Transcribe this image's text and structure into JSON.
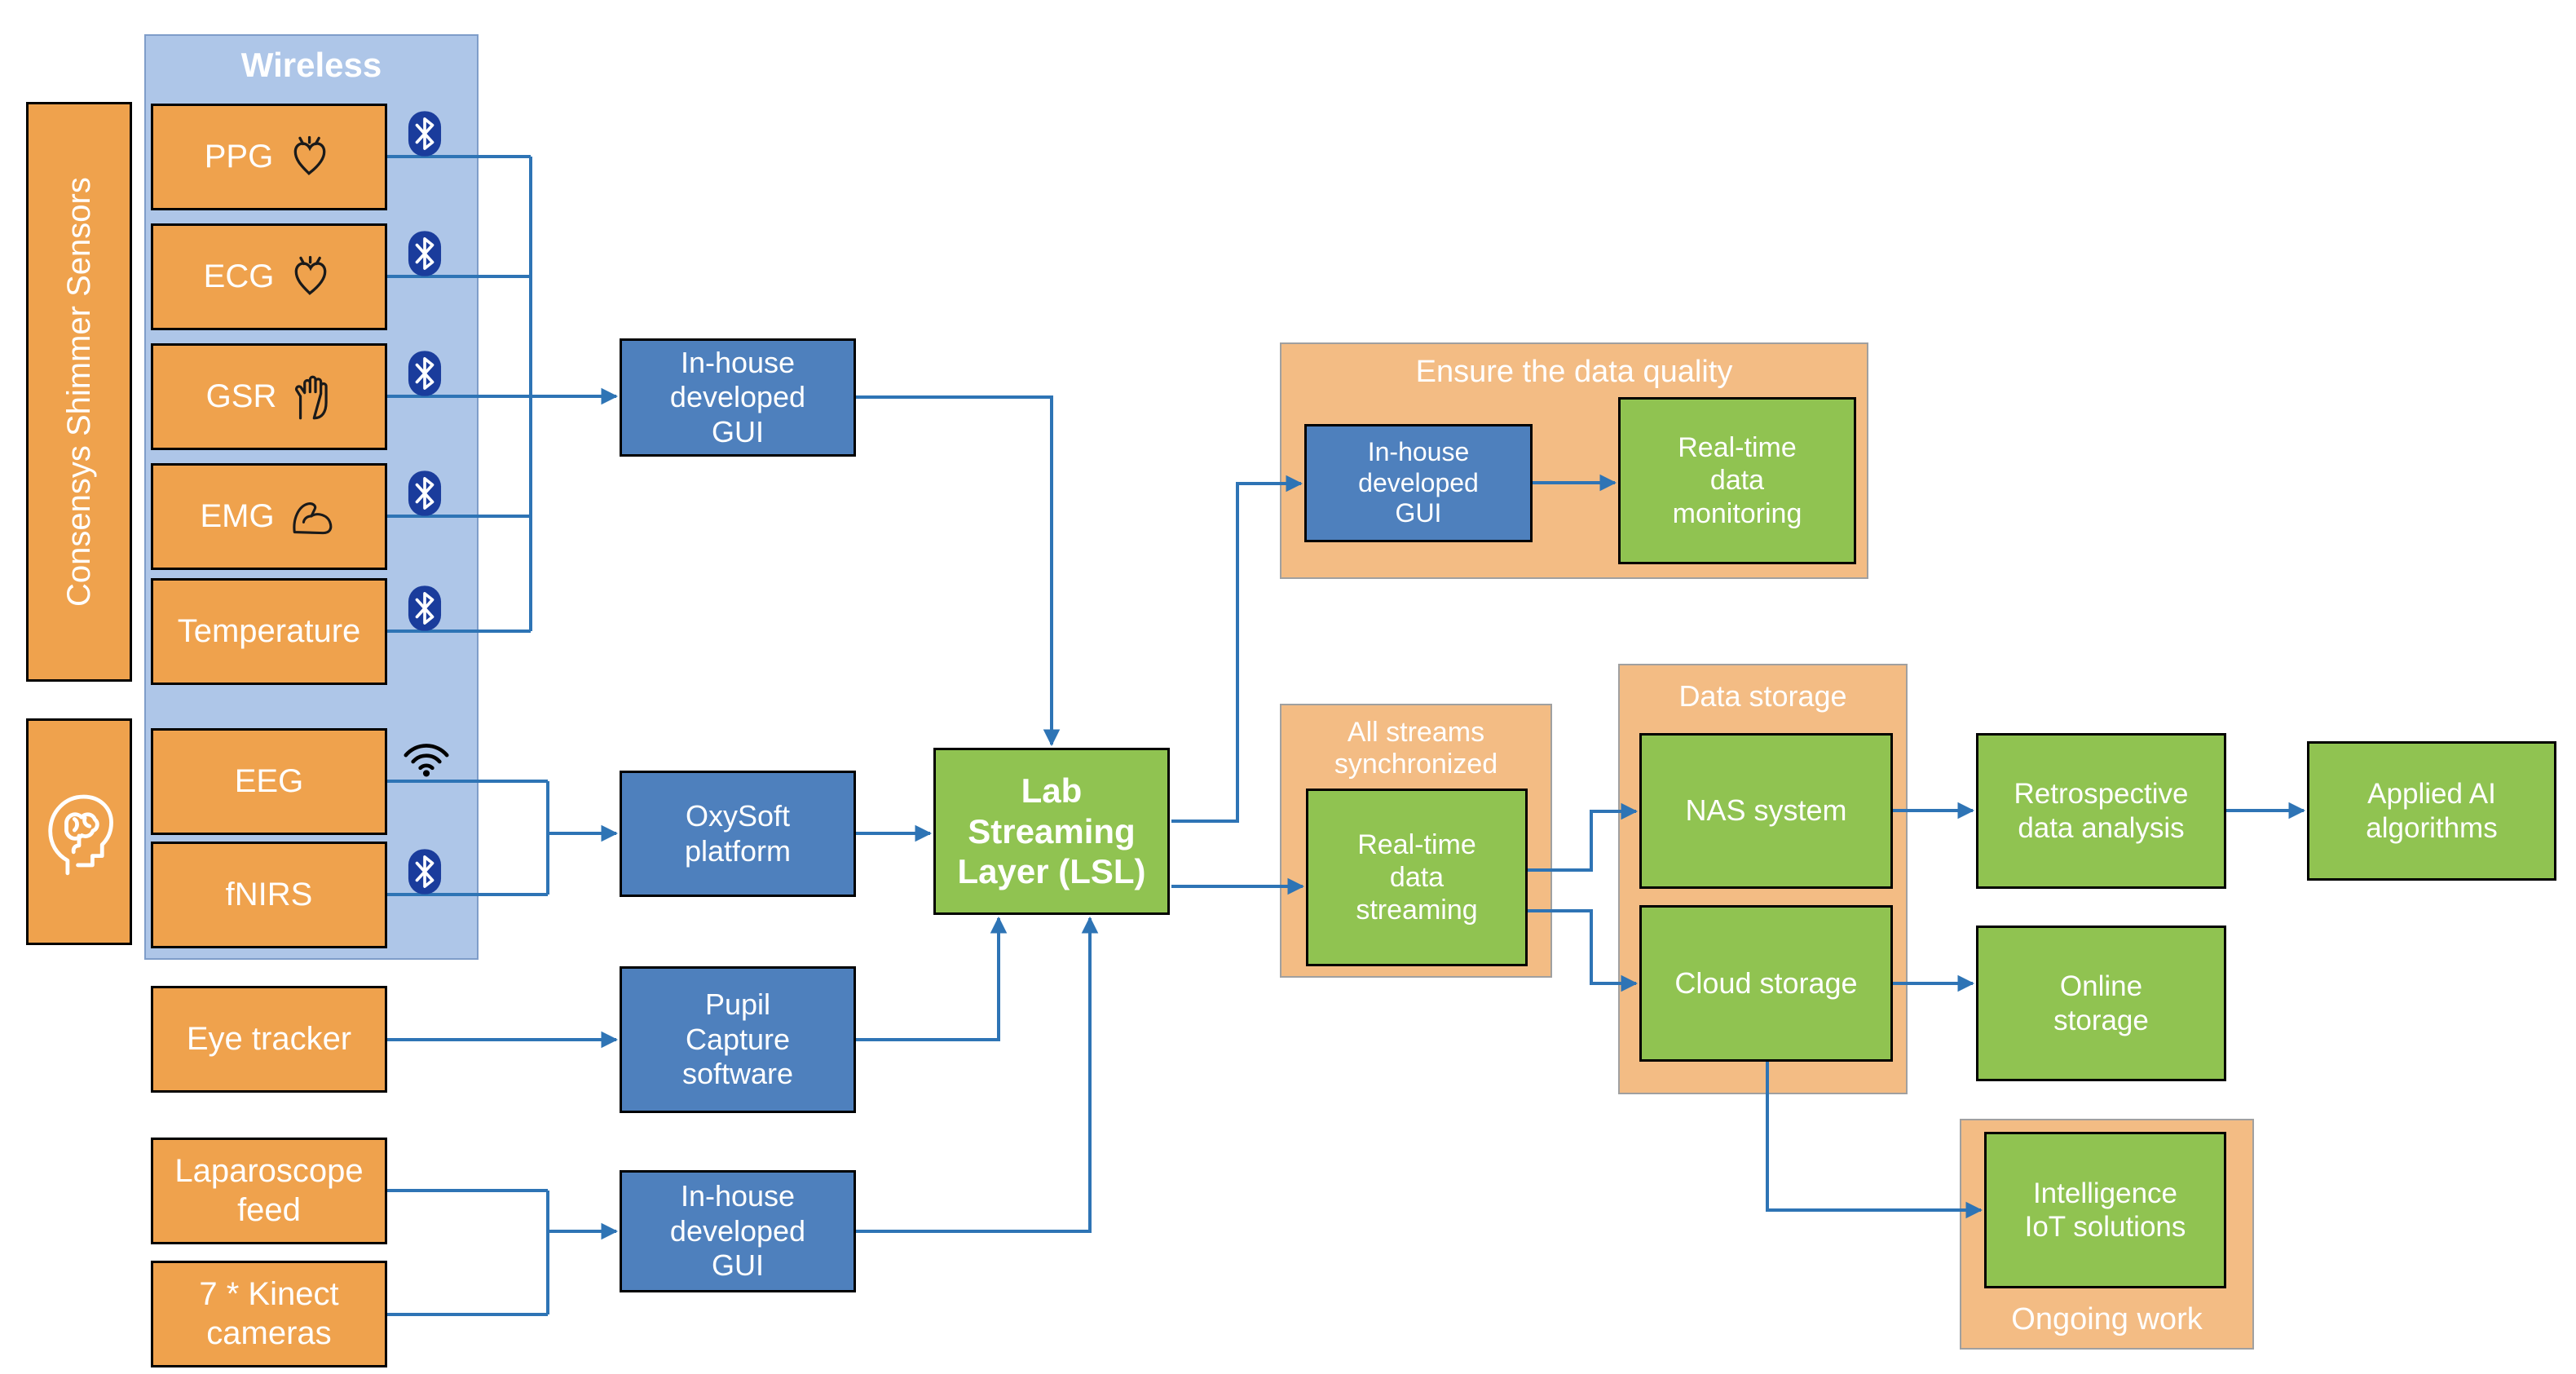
{
  "colors": {
    "sensor_orange": "#EFA24D",
    "group_orange": "#F3BC84",
    "wireless_blue": "#AEC6E8",
    "software_blue": "#4E80BD",
    "data_green": "#90C351",
    "connector_blue": "#2E74B5",
    "bluetooth_badge_blue": "#1A3C9C",
    "text_white": "#FFFFFF"
  },
  "icons": [
    "bluetooth-icon",
    "wifi-icon",
    "heart-icon",
    "hand-icon",
    "biceps-icon",
    "brain-icon"
  ],
  "labels": {
    "wireless": "Wireless",
    "shimmer": "Consensys Shimmer Sensors",
    "ppg": "PPG",
    "ecg": "ECG",
    "gsr": "GSR",
    "emg": "EMG",
    "temperature": "Temperature",
    "eeg": "EEG",
    "fnirs": "fNIRS",
    "eye_tracker": "Eye tracker",
    "laparoscope": "Laparoscope\nfeed",
    "kinect": "7 * Kinect\ncameras",
    "gui_top": "In-house\ndeveloped\nGUI",
    "oxysoft": "OxySoft\nplatform",
    "pupil": "Pupil\nCapture\nsoftware",
    "gui_bottom": "In-house\ndeveloped\nGUI",
    "lsl": "Lab\nStreaming\nLayer (LSL)",
    "quality_title": "Ensure the data quality",
    "gui_quality": "In-house\ndeveloped\nGUI",
    "monitoring": "Real-time\ndata\nmonitoring",
    "streams_title": "All streams\nsynchronized",
    "streaming": "Real-time\ndata\nstreaming",
    "storage_title": "Data storage",
    "nas": "NAS system",
    "cloud": "Cloud storage",
    "retrospective": "Retrospective\ndata analysis",
    "applied_ai": "Applied AI\nalgorithms",
    "online": "Online\nstorage",
    "iot": "Intelligence\nIoT solutions",
    "ongoing": "Ongoing work"
  }
}
